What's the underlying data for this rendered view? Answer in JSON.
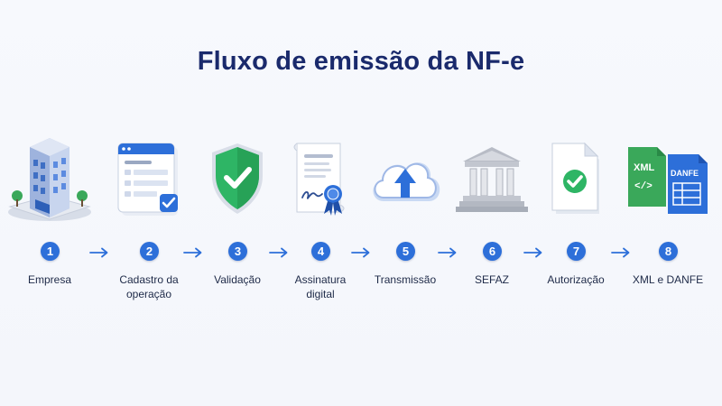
{
  "title": "Fluxo de emissão da NF-e",
  "steps": [
    {
      "number": "1",
      "line1": "Empresa",
      "line2": "",
      "icon": "office-building-icon"
    },
    {
      "number": "2",
      "line1": "Cadastro da",
      "line2": "operação",
      "icon": "form-window-icon"
    },
    {
      "number": "3",
      "line1": "Validação",
      "line2": "",
      "icon": "shield-check-icon"
    },
    {
      "number": "4",
      "line1": "Assinatura",
      "line2": "digital",
      "icon": "signed-certificate-icon"
    },
    {
      "number": "5",
      "line1": "Transmissão",
      "line2": "",
      "icon": "cloud-upload-icon"
    },
    {
      "number": "6",
      "line1": "SEFAZ",
      "line2": "",
      "icon": "government-building-icon"
    },
    {
      "number": "7",
      "line1": "Autorização",
      "line2": "",
      "icon": "approved-document-icon"
    },
    {
      "number": "8",
      "line1": "XML e DANFE",
      "line2": "",
      "icon": "xml-danfe-documents-icon"
    }
  ],
  "icon_text": {
    "xml": "XML",
    "xml_code": "</>",
    "danfe": "DANFE"
  },
  "colors": {
    "title": "#1a2a6c",
    "accent_blue": "#2d6fd9",
    "green": "#2eb565",
    "label_text": "#1e2a48"
  }
}
